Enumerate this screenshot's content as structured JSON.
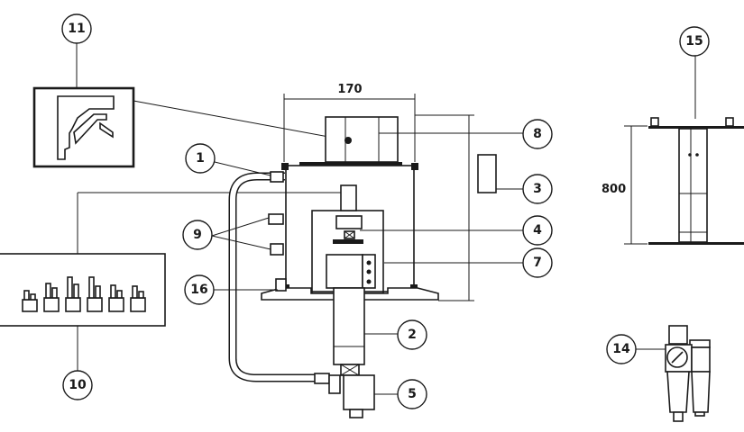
{
  "callouts": {
    "c1": "1",
    "c2": "2",
    "c3": "3",
    "c4": "4",
    "c5": "5",
    "c7": "7",
    "c8": "8",
    "c9": "9",
    "c10": "10",
    "c11": "11",
    "c14": "14",
    "c15": "15",
    "c16": "16"
  },
  "dimensions": {
    "width": "170",
    "height": "800"
  }
}
